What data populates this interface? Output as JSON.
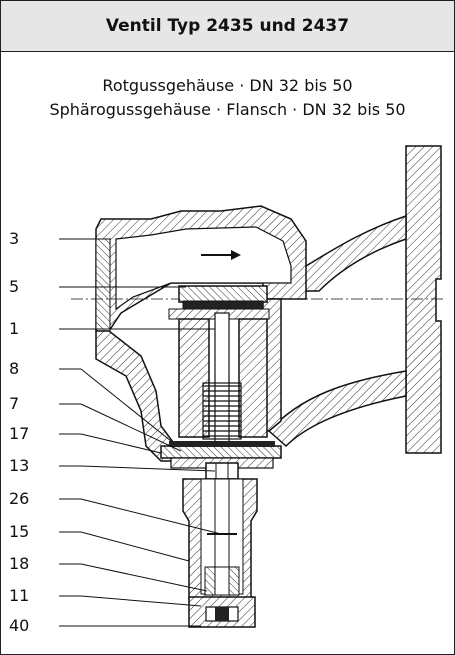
{
  "header": {
    "title": "Ventil Typ 2435 und 2437"
  },
  "subtitle": {
    "line1": "Rotgussgehäuse · DN 32 bis 50",
    "line2": "Sphärogussgehäuse · Flansch · DN 32 bis 50"
  },
  "parts": [
    {
      "label": "3"
    },
    {
      "label": "5"
    },
    {
      "label": "1"
    },
    {
      "label": "8"
    },
    {
      "label": "7"
    },
    {
      "label": "17"
    },
    {
      "label": "13"
    },
    {
      "label": "26"
    },
    {
      "label": "15"
    },
    {
      "label": "18"
    },
    {
      "label": "11"
    },
    {
      "label": "40"
    }
  ]
}
